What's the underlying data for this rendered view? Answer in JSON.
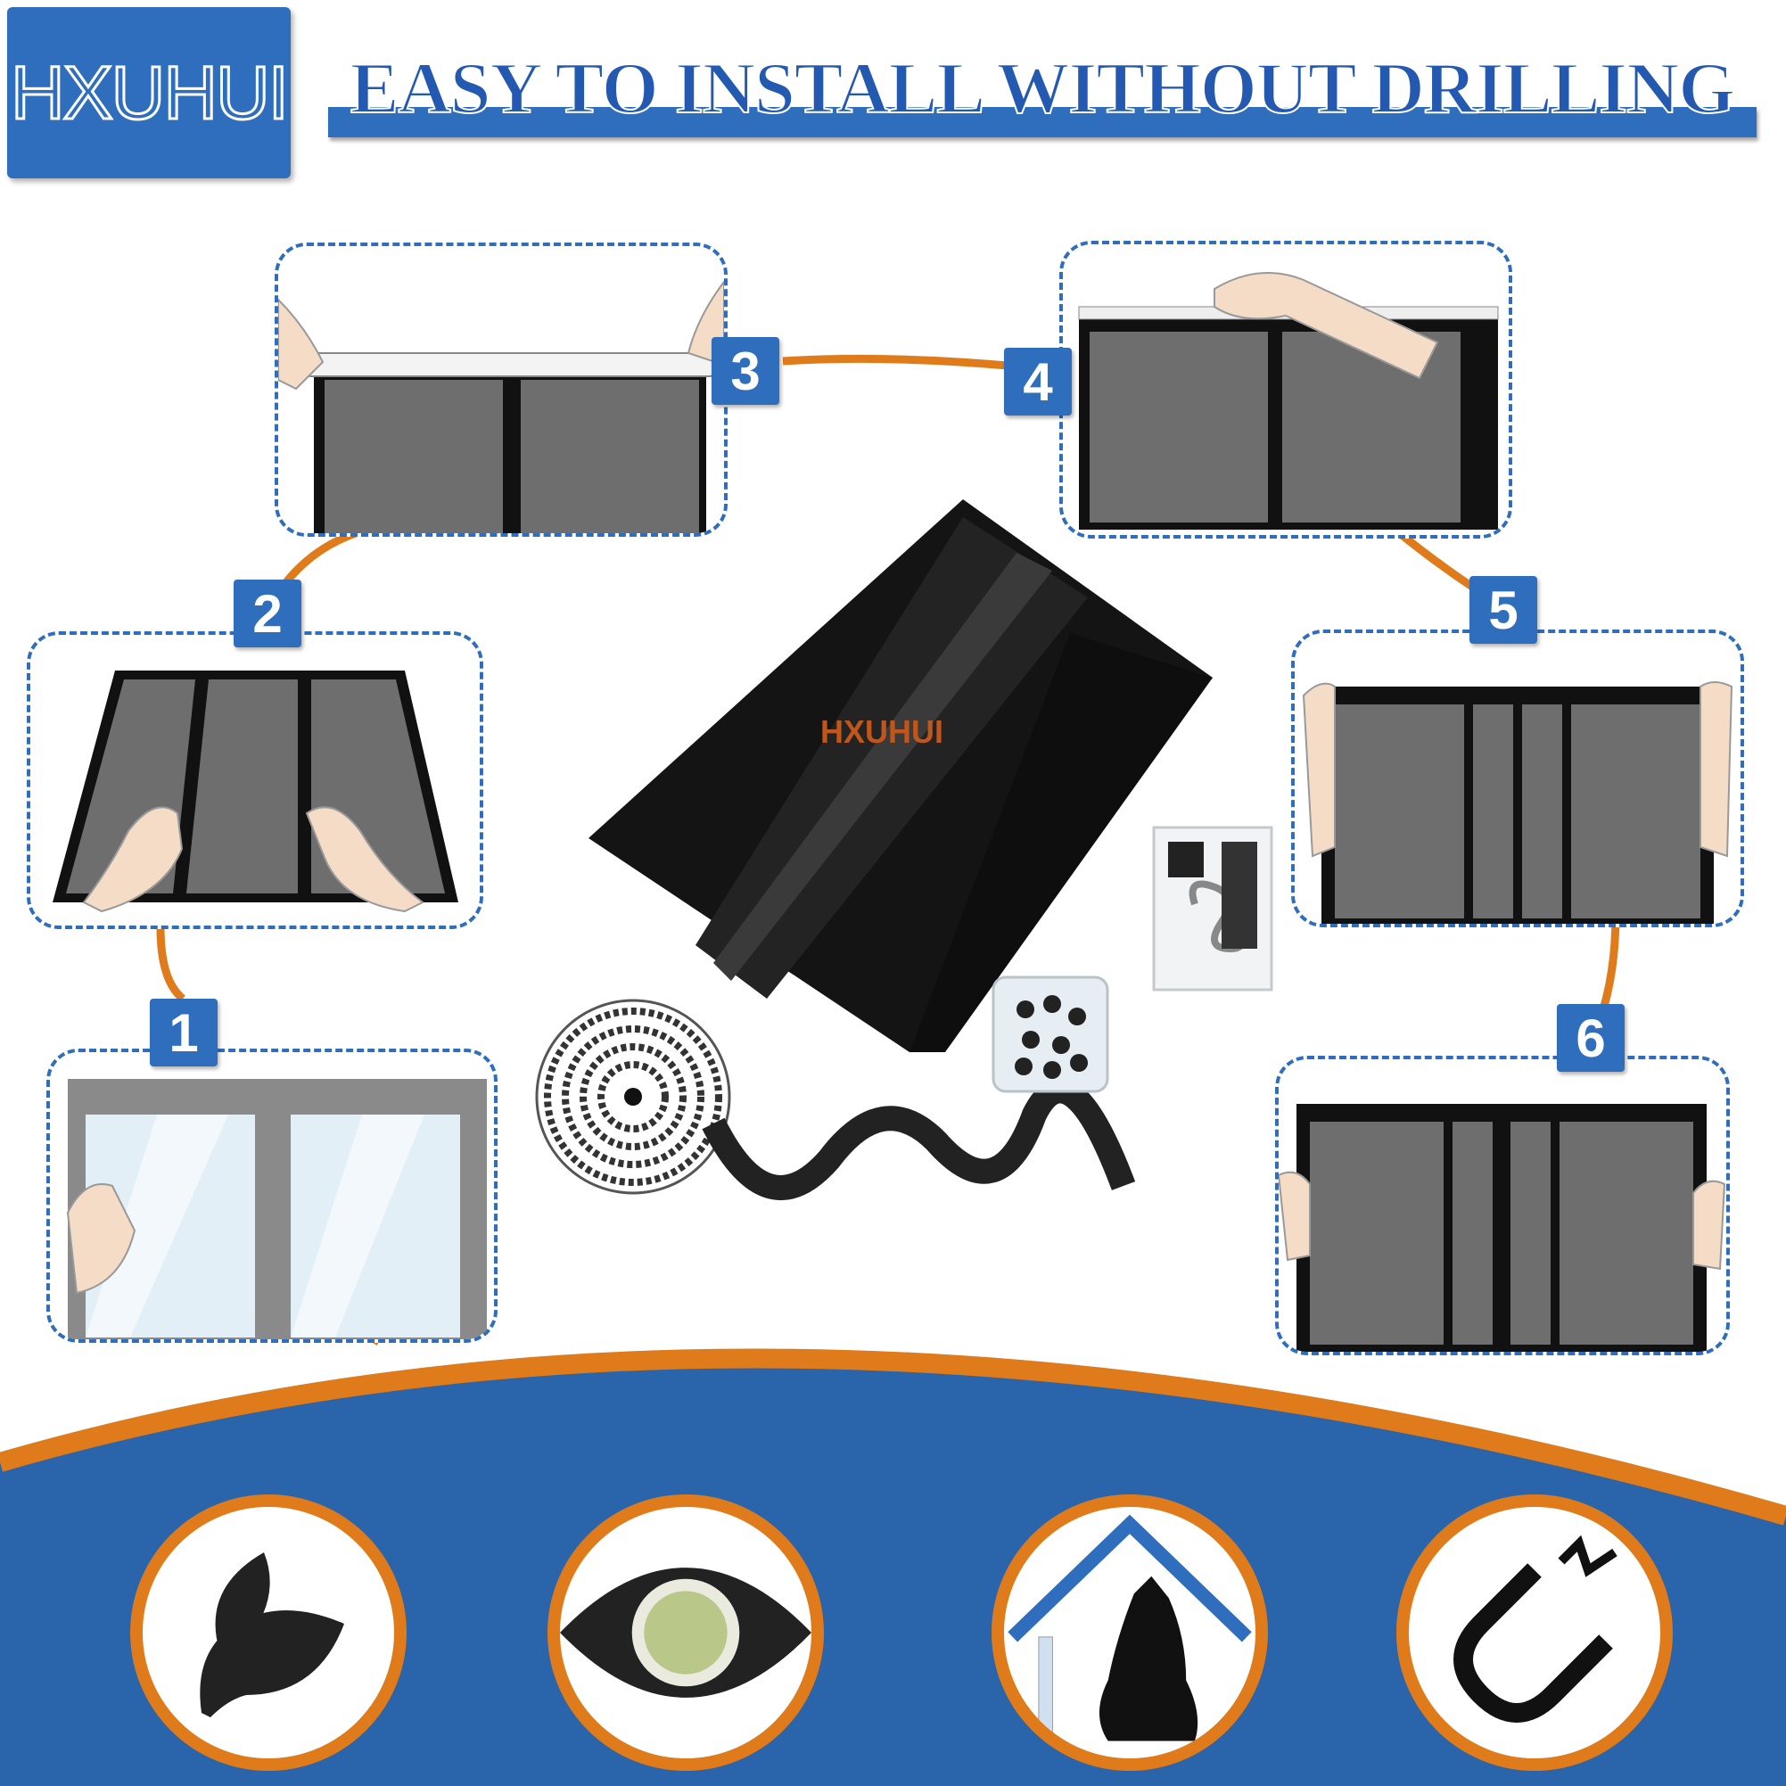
{
  "brand": {
    "label": "HXUHUI"
  },
  "header": {
    "title": "EASY TO INSTALL WITHOUT DRILLING"
  },
  "steps": [
    {
      "number": "1"
    },
    {
      "number": "2"
    },
    {
      "number": "3"
    },
    {
      "number": "4"
    },
    {
      "number": "5"
    },
    {
      "number": "6"
    }
  ],
  "product": {
    "watermark": "HXUHUI"
  },
  "features": [
    {
      "icon": "leaf-icon"
    },
    {
      "icon": "eye-icon"
    },
    {
      "icon": "pet-house-icon"
    },
    {
      "icon": "magnet-icon"
    }
  ],
  "colors": {
    "accent_blue": "#2f6ebd",
    "accent_orange": "#e07b1c",
    "wave_blue": "#2a64aa"
  }
}
